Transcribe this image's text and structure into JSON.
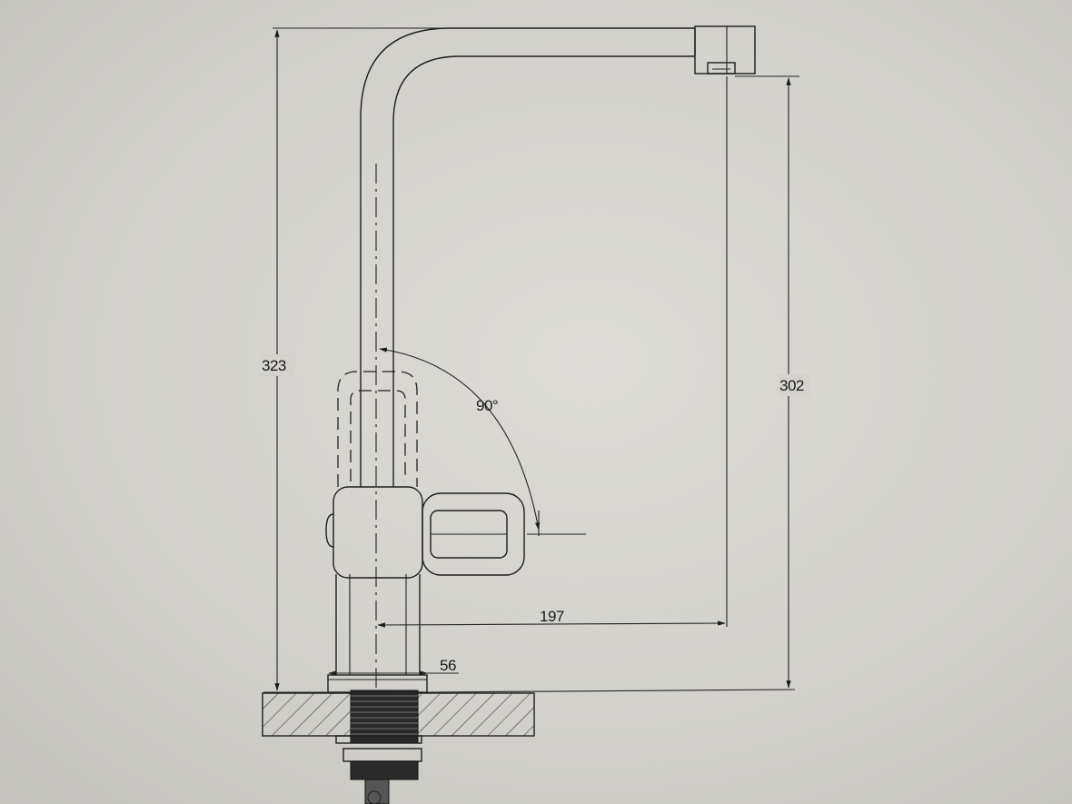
{
  "dimensions": {
    "total_height": "323",
    "spout_height": "302",
    "handle_angle": "90°",
    "spout_reach": "197",
    "base_diameter": "56"
  },
  "colors": {
    "screen_background": "#d6d5d0",
    "line": "#1e1e1e"
  }
}
